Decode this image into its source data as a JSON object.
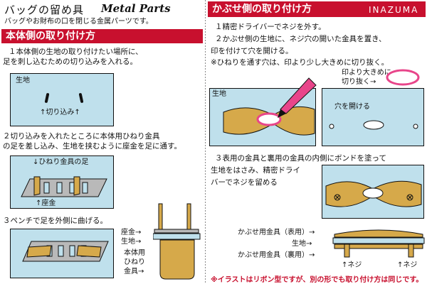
{
  "header": {
    "title_jp": "バッグの留め具",
    "title_en": "Metal Parts",
    "subtitle": "バッグやお財布の口を閉じる金属パーツです。"
  },
  "left": {
    "section_title": "本体側の取り付け方",
    "step1": [
      "１本体側の生地の取り付けたい場所に、",
      "足を刺し込むための切り込みを入れる。"
    ],
    "fabric_label": "生地",
    "cut_label": "↑切り込み↑",
    "step2": [
      "２切り込みを入れたところに本体用ひねり金具",
      "の足を差し込み、生地を挟むように座金を足に通す。"
    ],
    "leg_label": "↓ひねり金具の足",
    "washer_label": "↑座金",
    "step3": "３ペンチで足を外側に曲げる。",
    "side_labels": [
      "座金→",
      "生地→",
      "本体用",
      "ひねり",
      "金具→"
    ]
  },
  "right": {
    "section_title": "かぶせ側の取り付け方",
    "brand": "INAZUMA",
    "step1": "１精密ドライバーでネジを外す。",
    "step2": [
      "２かぶせ側の生地に、ネジ穴の開いた金具を置き、",
      "印を付けて穴を開ける。",
      "※ひねりを通す穴は、印より少し大きめに切り抜く。"
    ],
    "fabric_label": "生地",
    "cut_label": [
      "印より大きめに",
      "切り抜く→"
    ],
    "hole_label": "穴を開ける",
    "step3": [
      "３表用の金具と裏用の金具の内側にボンドを塗って",
      "生地をはさみ、精密ドライ",
      "バーでネジを留める"
    ],
    "assembly_labels": [
      "かぶせ用金具（表用）→",
      "生地→",
      "かぶせ用金具（裏用）→"
    ],
    "screw_label": "↑ネジ",
    "screw_label2": "↑ネジ",
    "note": "※イラストはリボン型ですが、別の形でも取り付け方は同じです。"
  },
  "colors": {
    "accent": "#c8102e",
    "fabric": "#bfe0ec",
    "metal": "#d6a94a",
    "silver": "#b9b9b9",
    "pink": "#e8458a"
  }
}
